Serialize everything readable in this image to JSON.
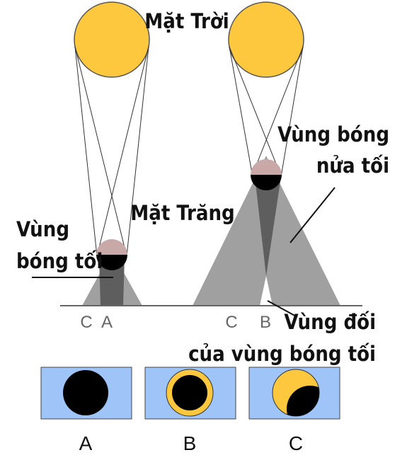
{
  "labels": {
    "sun": "Mặt Trời",
    "moon": "Mặt Trăng",
    "umbra_line1": "Vùng",
    "umbra_line2": "bóng tối",
    "penumbra_line1": "Vùng bóng",
    "penumbra_line2": "nửa tối",
    "antumbra_line1": "Vùng đối",
    "antumbra_line2": "của vùng bóng tối"
  },
  "ground_points": {
    "left": [
      "C",
      "A"
    ],
    "right": [
      "C",
      "B"
    ]
  },
  "eclipse_views": [
    {
      "caption": "A",
      "type": "total"
    },
    {
      "caption": "B",
      "type": "annular"
    },
    {
      "caption": "C",
      "type": "partial"
    }
  ],
  "colors": {
    "sun": "#FDC83E",
    "sun_outline": "#555555",
    "moon_lit": "#C9A8A8",
    "moon_dark": "#000000",
    "penumbra": "#A0A0A0",
    "umbra": "#5E5E5E",
    "sky": "#9FC5F8",
    "ray": "#333333",
    "ground": "#666666"
  }
}
